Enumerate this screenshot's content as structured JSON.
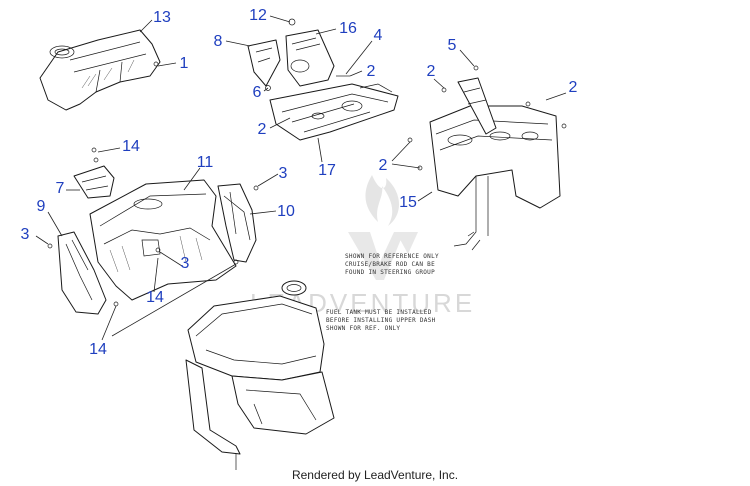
{
  "callouts": [
    {
      "label": "13"
    },
    {
      "label": "1"
    },
    {
      "label": "12"
    },
    {
      "label": "8"
    },
    {
      "label": "16"
    },
    {
      "label": "4"
    },
    {
      "label": "2"
    },
    {
      "label": "6"
    },
    {
      "label": "2"
    },
    {
      "label": "17"
    },
    {
      "label": "5"
    },
    {
      "label": "2"
    },
    {
      "label": "2"
    },
    {
      "label": "2"
    },
    {
      "label": "15"
    },
    {
      "label": "14"
    },
    {
      "label": "7"
    },
    {
      "label": "11"
    },
    {
      "label": "3"
    },
    {
      "label": "9"
    },
    {
      "label": "10"
    },
    {
      "label": "3"
    },
    {
      "label": "3"
    },
    {
      "label": "14"
    },
    {
      "label": "14"
    }
  ],
  "notes": {
    "brake_rod": [
      "SHOWN FOR REFERENCE ONLY",
      "CRUISE/BRAKE ROD CAN BE",
      "FOUND IN STEERING GROUP"
    ],
    "fuel_tank": [
      "FUEL TANK MUST BE INSTALLED",
      "BEFORE INSTALLING UPPER DASH",
      "SHOWN FOR REF. ONLY"
    ]
  },
  "watermark": "LEADVENTURE",
  "footer": "Rendered by LeadVenture, Inc."
}
